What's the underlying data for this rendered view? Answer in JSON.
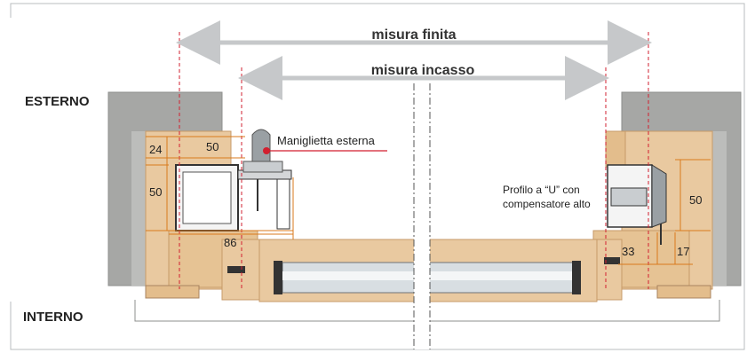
{
  "labels": {
    "esterno": "ESTERNO",
    "interno": "INTERNO",
    "misura_finita": "misura finita",
    "misura_incasso": "misura incasso",
    "maniglietta": "Maniglietta esterna",
    "profilo_line1": "Profilo a “U” con",
    "profilo_line2": "compensatore alto"
  },
  "dimensions": {
    "d24": "24",
    "d50_top": "50",
    "d50_left": "50",
    "d86": "86",
    "d50_right": "50",
    "d33": "33",
    "d17": "17"
  },
  "colors": {
    "wall": "#a6a7a5",
    "wall_dark": "#8e8f8d",
    "wood": "#e9c9a0",
    "wood_dark": "#d9b285",
    "glass": "#d8dee2",
    "dimension_orange": "#d97a1c",
    "cut_red": "#d21f2f",
    "arrow_grey": "#c6c8ca",
    "frame_grey": "#9aa0a4",
    "metal": "#d4d6d8"
  }
}
